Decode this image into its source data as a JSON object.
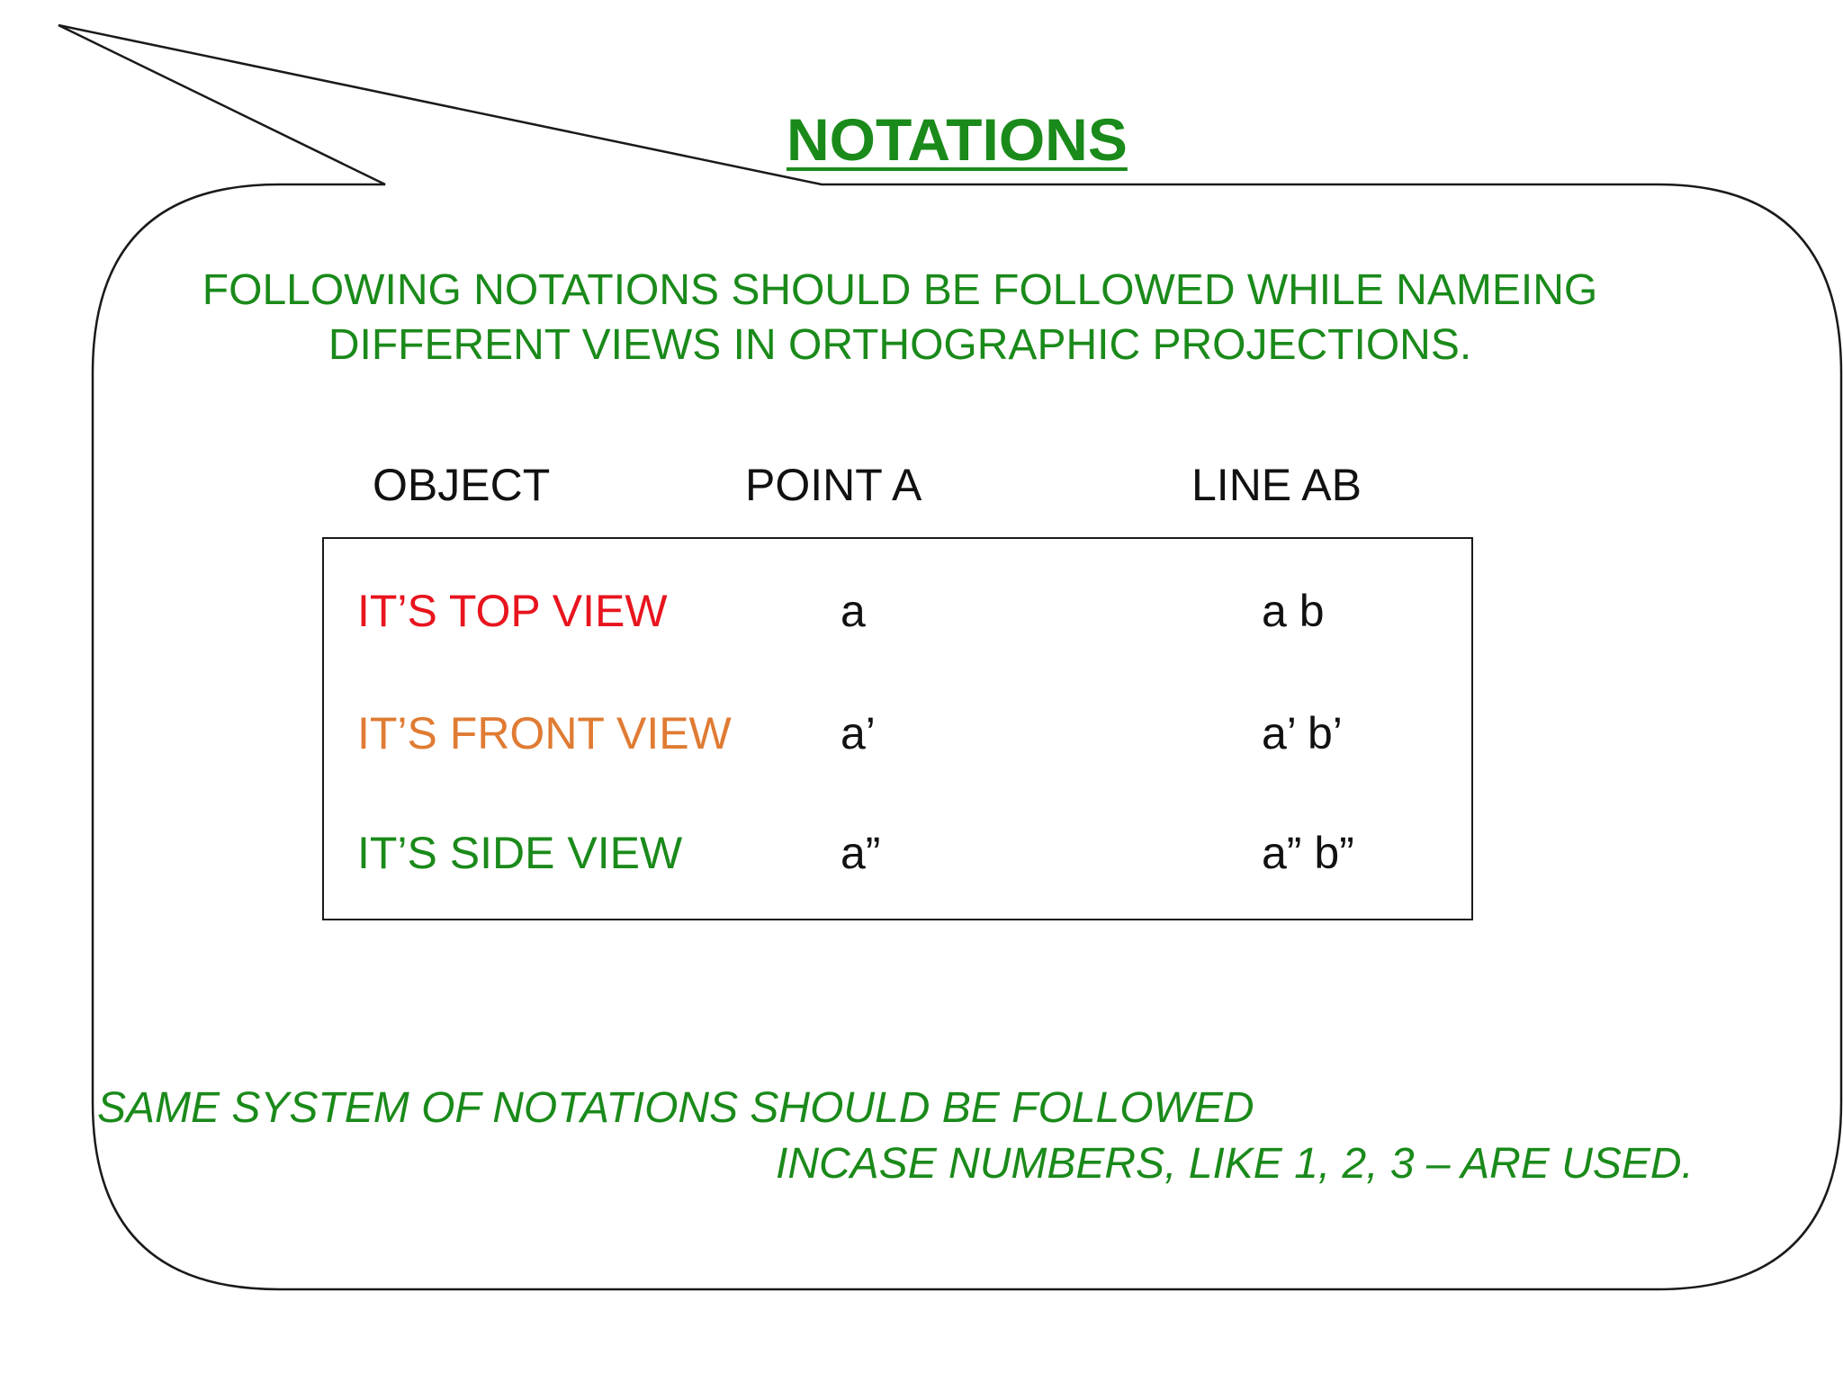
{
  "title": "NOTATIONS ",
  "intro": "FOLLOWING NOTATIONS SHOULD BE FOLLOWED WHILE NAMEING DIFFERENT VIEWS IN ORTHOGRAPHIC PROJECTIONS.",
  "table": {
    "headers": {
      "object": "OBJECT",
      "point": "POINT  A",
      "line": "LINE  AB"
    },
    "rows": [
      {
        "label": "IT’S TOP VIEW",
        "point": "a",
        "line": "a b",
        "color": "#e8141e"
      },
      {
        "label": "IT’S FRONT VIEW",
        "point": "a’",
        "line": "a’ b’",
        "color": "#e07b33"
      },
      {
        "label": "IT’S SIDE VIEW",
        "point": "a”",
        "line": "a” b”",
        "color": "#1a8a1a"
      }
    ]
  },
  "note": {
    "line1": "SAME SYSTEM OF NOTATIONS SHOULD BE FOLLOWED",
    "line2": "INCASE NUMBERS, LIKE 1, 2, 3 – ARE USED."
  },
  "colors": {
    "accent_green": "#1a8a1a",
    "top_view_red": "#e8141e",
    "front_view_orange": "#e07b33",
    "text_dark": "#111111"
  }
}
